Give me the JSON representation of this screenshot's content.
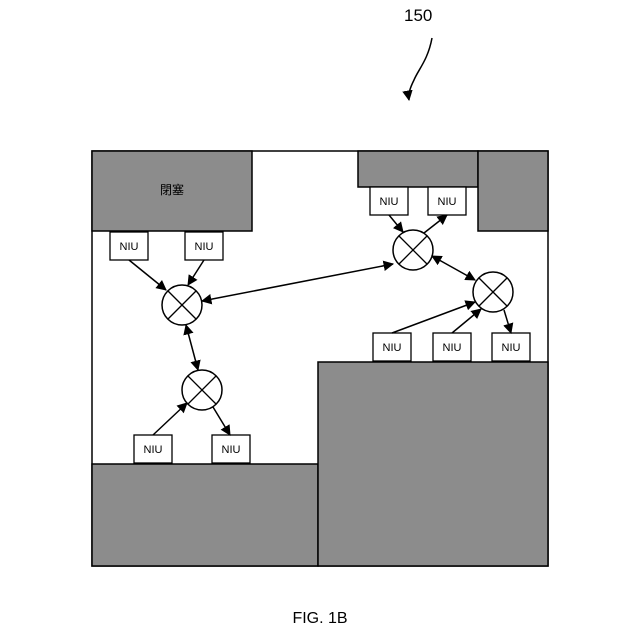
{
  "figure": {
    "reference_numeral": "150",
    "caption": "FIG. 1B",
    "block_label": "閉塞",
    "niu_label": "NIU",
    "colors": {
      "block_fill": "#8c8c8c",
      "outline": "#000000",
      "background": "#ffffff"
    }
  }
}
